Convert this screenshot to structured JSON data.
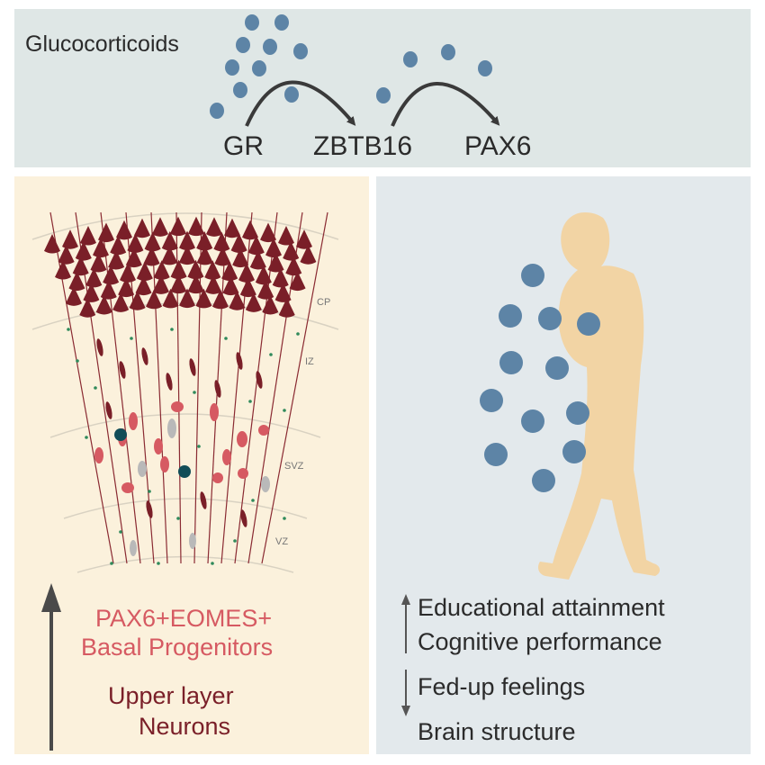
{
  "pathway": {
    "ligand_label": "Glucocorticoids",
    "nodes": [
      "GR",
      "ZBTB16",
      "PAX6"
    ]
  },
  "cortex": {
    "layers": [
      "CP",
      "IZ",
      "SVZ",
      "VZ"
    ],
    "result_primary": "PAX6+EOMES+",
    "result_secondary": "Basal Progenitors",
    "result_tertiary": "Upper layer",
    "result_quaternary": "Neurons"
  },
  "outcomes": {
    "increased": [
      "Educational attainment",
      "Cognitive performance"
    ],
    "decreased": [
      "Fed-up feelings"
    ],
    "neutral": [
      "Brain structure"
    ]
  },
  "colors": {
    "dot_blue": "#5d84a6",
    "neuron_dark": "#7a1f28",
    "progenitor_pink": "#d65a62",
    "silhouette": "#f2d4a4",
    "teal_cell": "#124d57"
  }
}
